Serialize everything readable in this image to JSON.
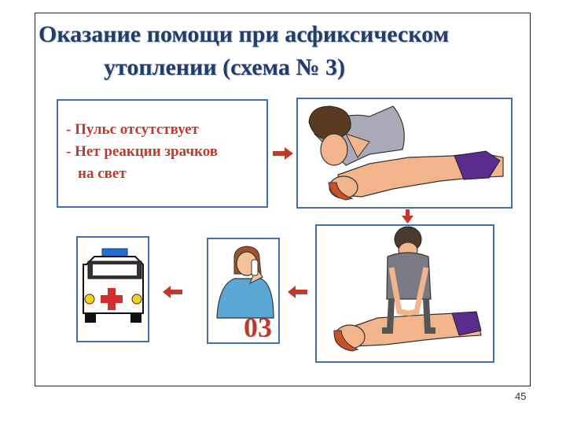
{
  "title": {
    "line1": "Оказание помощи при асфиксическом",
    "line2": "утоплении (схема № 3)"
  },
  "symptoms": [
    "- Пульс отсутствует",
    "- Нет реакции зрачков",
    "на свет"
  ],
  "emergency_code": "03",
  "page_number": "45",
  "colors": {
    "title": "#1f3e6e",
    "symptom_text": "#c0392b",
    "arrow": "#c0392b",
    "panel_border": "#3f6fb1",
    "cross": "#d32f2f",
    "siren": "#1e6fd1",
    "lights": "#f2d21b"
  },
  "icons": [
    "arrow-right-icon",
    "arrow-down-icon",
    "arrow-left-icon",
    "ambulance-icon",
    "red-cross-icon",
    "phone-icon"
  ]
}
